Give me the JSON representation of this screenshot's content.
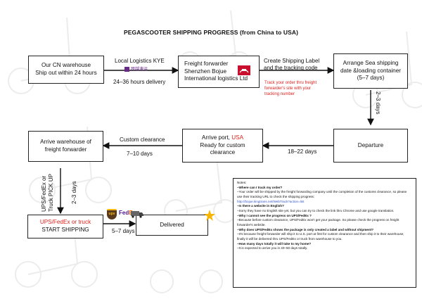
{
  "title": "PEGASCOOTER SHIPPING PROGRESS (from China to USA)",
  "boxes": {
    "cn_warehouse": [
      "Our CN warehouse",
      "Ship out within 24 hours"
    ],
    "freight_forwarder": [
      "Freight forwarder",
      "Shenzhen Bojue",
      "International logistics Ltd"
    ],
    "sea_shipping": [
      "Arrange Sea shipping",
      "date &loading container",
      "(5–7 days)"
    ],
    "departure": "Departure",
    "arrive_port": {
      "line1": "Arrive port, ",
      "usa": "USA",
      "line2": "Ready for custom",
      "line3": "clearance"
    },
    "arrive_warehouse": [
      "Arrive warehouse of",
      "freight forwarder"
    ],
    "ups_fedex": {
      "red": "UPS/FedEx or truck",
      "line2": "START SHIPPING"
    },
    "delivered": "Delivered"
  },
  "labels": {
    "local_logistics": "Local Logistics KYE",
    "kye_logo": "跨越速运",
    "delivery_24_36": "24–36 hours delivery",
    "create_label": [
      "Create Shipping Label",
      "and the tracking code"
    ],
    "track_note": [
      "Track your order thru freight",
      "forwarder's site with your",
      "tracking number"
    ],
    "two_three_days": "2–3 days",
    "eighteen_22": "18–22 days",
    "custom_clearance": "Custom clearance",
    "seven_10": "7–10 days",
    "ups_pickup": [
      "UPS/FedEx or",
      "Truck PICK UP"
    ],
    "two_three_days_b": "2–3 days",
    "five_7": "5–7 days",
    "ups_logo": "ups",
    "fedex_fed": "Fed",
    "fedex_ex": "Ex"
  },
  "notes": {
    "header": "Notes:",
    "lines": [
      {
        "q": true,
        "t": "–Where can I track my order?"
      },
      {
        "q": false,
        "t": "–Your order will be shipped by the freight forwarding company until the completion of the customs clearance, so please use their tracking URL to check the shipping progress:"
      },
      {
        "q": false,
        "link": true,
        "t": "http://bojue.kingtrans.net/WebTrack?action=list"
      },
      {
        "q": true,
        "t": "–Is there a website in English?"
      },
      {
        "q": false,
        "t": "–Sorry they have no English site yet, but you can try to check the link thru Chrome and use google translation."
      },
      {
        "q": true,
        "t": "–Why I cannot see the progress on UPS/FedEx ?"
      },
      {
        "q": false,
        "t": "–Because before custom clearance, UPS/FedEx won't get your package. So please check the progress on freight forwarder's website."
      },
      {
        "q": true,
        "t": "–Why does UPS/FedEx shows the package is only created a label and without shipment?"
      },
      {
        "q": false,
        "t": "–It's because freight forwarder will ship it to U.S. port at first for custom clearance and then ship it to their warehouse, finally it will be delivered thru UPS/FedEx or truck from warehouse to you."
      },
      {
        "q": true,
        "t": "–How many days totally it will take to my home?"
      },
      {
        "q": false,
        "t": "–It is expected to arrive you in 40–50 days totally."
      }
    ]
  },
  "colors": {
    "accent_red": "#e0201b",
    "ups_brown": "#5a3a1e",
    "ups_gold": "#f5b912",
    "fedex_purple": "#4d148c",
    "fedex_orange": "#ff6600",
    "star": "#f7b500"
  }
}
